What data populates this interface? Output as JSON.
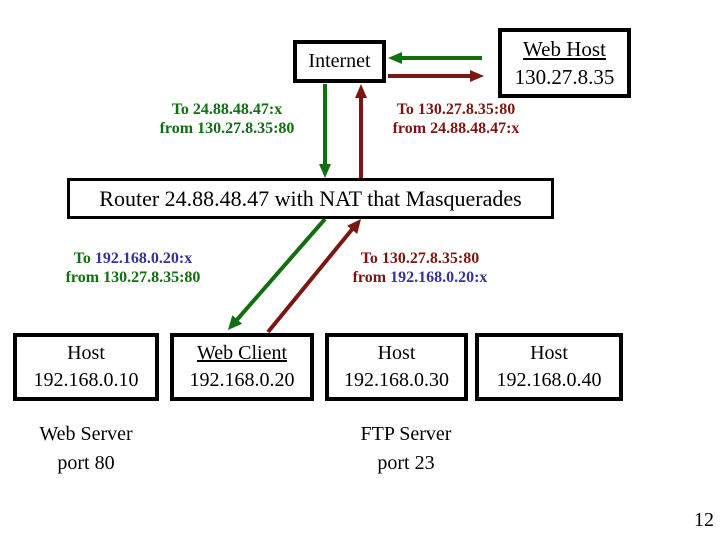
{
  "colors": {
    "green": "#116e11",
    "maroon": "#7a1712",
    "navy": "#333399",
    "border": "#000000"
  },
  "nodes": {
    "internet": {
      "label": "Internet"
    },
    "web_host": {
      "title": "Web Host",
      "ip": "130.27.8.35"
    },
    "router": {
      "label": "Router 24.88.48.47 with NAT that Masquerades"
    },
    "hosts": [
      {
        "title": "Host",
        "ip": "192.168.0.10"
      },
      {
        "title": "Web Client",
        "ip": "192.168.0.20"
      },
      {
        "title": "Host",
        "ip": "192.168.0.30"
      },
      {
        "title": "Host",
        "ip": "192.168.0.40"
      }
    ]
  },
  "annotations": {
    "top_left": {
      "line1": "To 24.88.48.47:x",
      "line2": "from 130.27.8.35:80"
    },
    "top_right": {
      "line1": "To 130.27.8.35:80",
      "line2": "from 24.88.48.47:x"
    },
    "mid_left": {
      "to_word": "To",
      "to_addr": "192.168.0.20:x",
      "from_line": "from 130.27.8.35:80"
    },
    "mid_right": {
      "to_line": "To 130.27.8.35:80",
      "from_word": "from",
      "from_addr": "192.168.0.20:x"
    }
  },
  "labels": {
    "web_server": {
      "line1": "Web Server",
      "line2": "port 80"
    },
    "ftp_server": {
      "line1": "FTP Server",
      "line2": "port 23"
    }
  },
  "page_number": "12"
}
